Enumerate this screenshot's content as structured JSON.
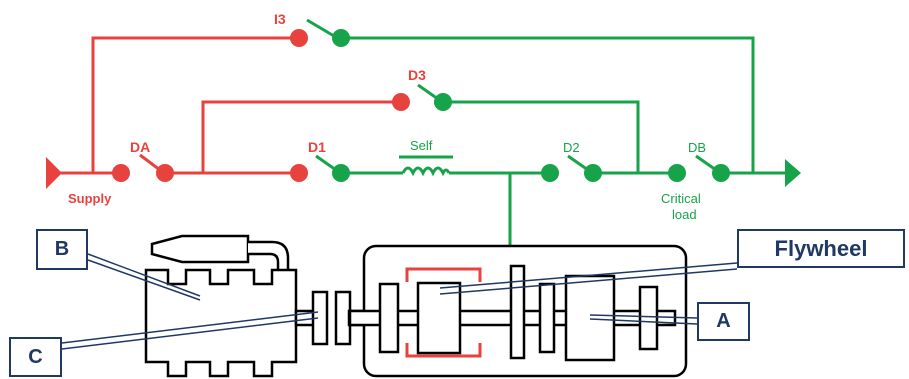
{
  "colors": {
    "supply": "#e8423f",
    "output": "#17a34a",
    "machine": "#000000",
    "callout": "#1f3864"
  },
  "circuit": {
    "breakers": [
      "I3",
      "D3",
      "DA",
      "D1",
      "D2",
      "DB"
    ],
    "inductor_label": "Self",
    "supply_label": "Supply",
    "critical_load_label": [
      "Critical",
      "load"
    ]
  },
  "callouts": {
    "b": "B",
    "c": "C",
    "flywheel": "Flywheel",
    "a": "A"
  }
}
